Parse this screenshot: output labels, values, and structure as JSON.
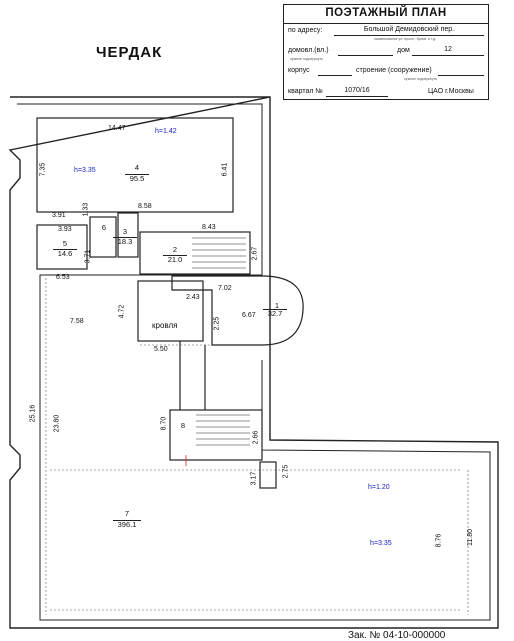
{
  "sheet_title": "ЧЕРДАК",
  "stamp": {
    "title": "ПОЭТАЖНЫЙ ПЛАН",
    "address_label": "по адресу:",
    "address_value": "Большой Демидовский пер.",
    "address_hint": "наименование ул. просп., бульв. и т.д.",
    "building_label": "домовл.(вл.)",
    "building_hint": "нужное подчеркнуть",
    "house_label": "дом",
    "house_value": "12",
    "korpus_label": "корпус",
    "structure_label": "строение (сооружение)",
    "structure_hint": "нужное подчеркнуть",
    "block_label": "квартал №",
    "block_value": "1070/16",
    "district_value": "ЦАО г.Москвы"
  },
  "rooms": [
    {
      "num": "1",
      "area": "32.7"
    },
    {
      "num": "2",
      "area": "21.0"
    },
    {
      "num": "3",
      "area": "18.3"
    },
    {
      "num": "4",
      "area": "95.5"
    },
    {
      "num": "5",
      "area": "14.6"
    },
    {
      "num": "6",
      "area": ""
    },
    {
      "num": "7",
      "area": "396.1"
    },
    {
      "num": "8",
      "area": ""
    }
  ],
  "heights": [
    "h=1.42",
    "h=3.35",
    "h=1.20",
    "h=3.35"
  ],
  "roof_label": "кровля",
  "dimensions": [
    "14.47",
    "7.35",
    "6.41",
    "3.91",
    "1.33",
    "8.58",
    "3.93",
    "3.71",
    "8.43",
    "2.67",
    "6.53",
    "4.72",
    "7.58",
    "2.43",
    "7.02",
    "2.25",
    "6.67",
    "5.50",
    "25.16",
    "23.80",
    "8.70",
    "2.66",
    "2.75",
    "3.17",
    "8.76",
    "11.80"
  ],
  "footer_text": "Зак. № 04-10-000000"
}
